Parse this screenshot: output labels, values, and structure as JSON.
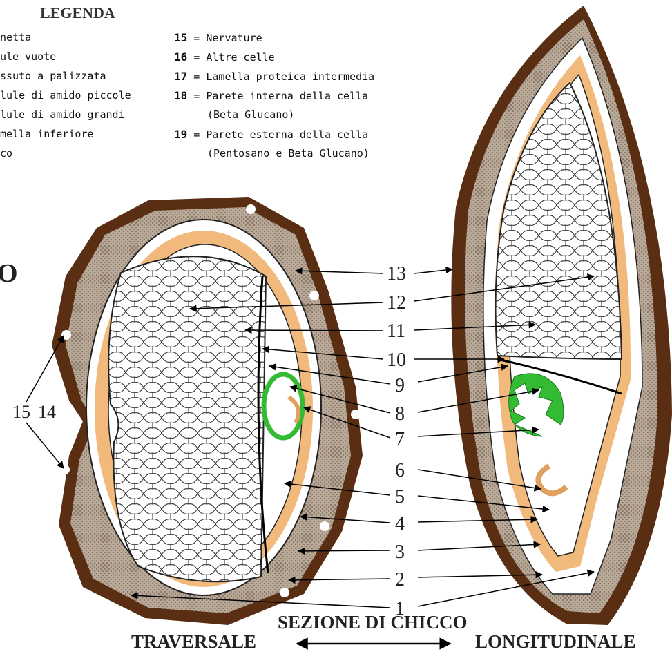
{
  "legend": {
    "title": "LEGENDA",
    "left": [
      "netta",
      "ule vuote",
      "ssuto a palizzata",
      "lule di amido piccole",
      "lule di amido grandi",
      "mella inferiore",
      "co"
    ],
    "right": [
      {
        "num": "15",
        "text": "= Nervature"
      },
      {
        "num": "16",
        "text": "= Altre celle"
      },
      {
        "num": "17",
        "text": "= Lamella proteica intermedia"
      },
      {
        "num": "18",
        "text": "= Parete interna della cella"
      },
      {
        "num": "",
        "text": "(Beta Glucano)"
      },
      {
        "num": "19",
        "text": "= Parete esterna della cella"
      },
      {
        "num": "",
        "text": "(Pentosano e Beta Glucano)"
      }
    ]
  },
  "cut_letter": "O",
  "side_labels": {
    "a": "15",
    "b": "14"
  },
  "numbers": [
    "13",
    "12",
    "11",
    "10",
    "9",
    "8",
    "7",
    "6",
    "5",
    "4",
    "3",
    "2",
    "1"
  ],
  "bottom": {
    "line1": "SEZIONE DI CHICCO",
    "left": "TRAVERSALE",
    "right": "LONGITUDINALE"
  },
  "colors": {
    "husk": "#5a2e12",
    "husk_dots": "#8a7060",
    "aleurone": "#f2b97c",
    "endosperm_line": "#222",
    "germ": "#33bb33",
    "scutellum": "#e0a060"
  }
}
